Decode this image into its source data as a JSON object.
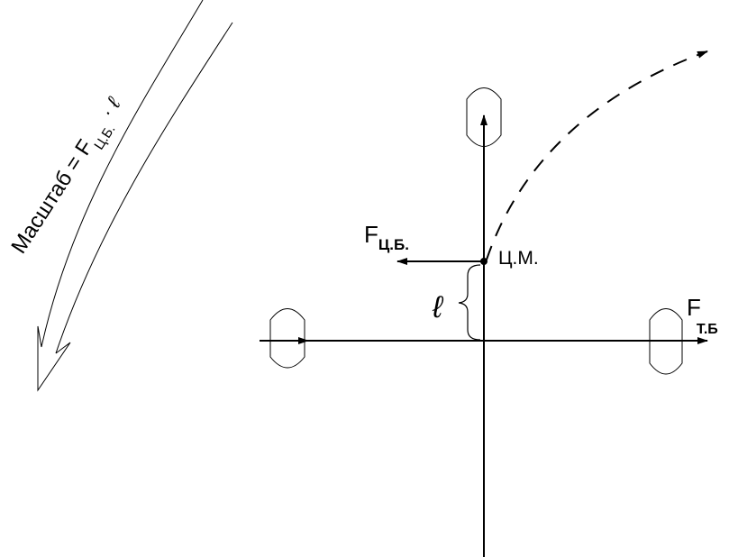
{
  "scale_label": {
    "prefix": "Масштаб = F",
    "subscript": "Ц.Б.",
    "suffix": "· ℓ"
  },
  "centrifugal_force": {
    "symbol": "F",
    "subscript": "Ц.Б."
  },
  "center_of_mass": "Ц.М.",
  "traction_force": {
    "symbol": "F",
    "subscript": "Т.Б"
  },
  "arm_length": "ℓ",
  "colors": {
    "ink": "#000000",
    "background": "#ffffff"
  }
}
